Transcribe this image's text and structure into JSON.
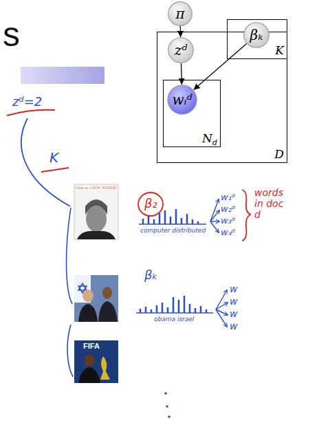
{
  "diagram": {
    "nodes": [
      {
        "text": [
          "π"
        ]
      },
      {
        "text": [
          "D"
        ]
      },
      {
        "text": [
          "zᵈ"
        ],
        "in": 1
      },
      {
        "text": [
          "N",
          "d"
        ],
        "in": 1
      },
      {
        "text": [
          "wᵢᵈ"
        ],
        "in": 3
      },
      {
        "text": [
          "K"
        ]
      },
      {
        "text": [
          "βₖ"
        ],
        "in": 5
      }
    ],
    "edges": [
      {
        "from": 0,
        "to": 2,
        "arrow": "to"
      },
      {
        "from": 2,
        "to": 4,
        "arrow": "to"
      },
      {
        "from": 6,
        "to": 4,
        "arrow": "to"
      }
    ],
    "labels": [
      "s",
      "zᵈ=2",
      "K",
      "Click to LOOK INSIDE!",
      "FIFA",
      "β₂",
      "computer distributed",
      "w₁ᵈ",
      "w₂ᵈ",
      "w₃ᵈ",
      "w₄ᵈ",
      "words in doc d",
      "βₖ",
      "obama israel",
      "w",
      "w",
      "w",
      "w"
    ]
  }
}
